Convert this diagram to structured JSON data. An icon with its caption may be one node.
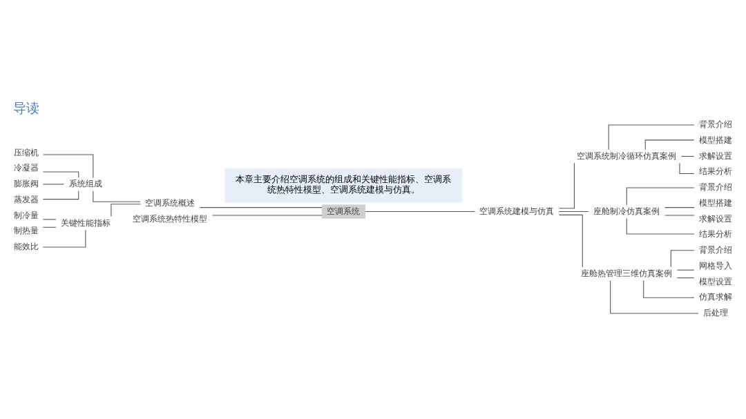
{
  "diagram": {
    "title": "导读",
    "nodes": [
      {
        "text": [
          "空调系统"
        ]
      },
      {
        "text": [
          "空调系统概述"
        ]
      },
      {
        "text": [
          "系统组成"
        ]
      },
      {
        "text": [
          "压缩机"
        ]
      },
      {
        "text": [
          "冷凝器"
        ]
      },
      {
        "text": [
          "膨胀阀"
        ]
      },
      {
        "text": [
          "蒸发器"
        ]
      },
      {
        "text": [
          "关键性能指标"
        ]
      },
      {
        "text": [
          "制冷量"
        ]
      },
      {
        "text": [
          "制热量"
        ]
      },
      {
        "text": [
          "能效比"
        ]
      },
      {
        "text": [
          "空调系统建模与仿真"
        ]
      },
      {
        "text": [
          "空调系统热特性模型"
        ]
      },
      {
        "text": [
          "空调系统制冷循环仿真案例"
        ]
      },
      {
        "text": [
          "背景介绍"
        ]
      },
      {
        "text": [
          "模型搭建"
        ]
      },
      {
        "text": [
          "求解设置"
        ]
      },
      {
        "text": [
          "结果分析"
        ]
      },
      {
        "text": [
          "座舱制冷仿真案例"
        ]
      },
      {
        "text": [
          "背景介绍"
        ]
      },
      {
        "text": [
          "模型搭建"
        ]
      },
      {
        "text": [
          "求解设置"
        ]
      },
      {
        "text": [
          "结果分析"
        ]
      },
      {
        "text": [
          "座舱热管理三维仿真案例"
        ]
      },
      {
        "text": [
          "背景介绍"
        ]
      },
      {
        "text": [
          "网格导入"
        ]
      },
      {
        "text": [
          "模型设置"
        ]
      },
      {
        "text": [
          "仿真求解"
        ]
      },
      {
        "text": [
          "后处理"
        ]
      }
    ],
    "edges": [
      {
        "from": 0,
        "to": 1,
        "arrow": "none"
      },
      {
        "from": 1,
        "to": 2,
        "arrow": "none"
      },
      {
        "from": 2,
        "to": 3,
        "arrow": "none"
      },
      {
        "from": 2,
        "to": 4,
        "arrow": "none"
      },
      {
        "from": 2,
        "to": 5,
        "arrow": "none"
      },
      {
        "from": 2,
        "to": 6,
        "arrow": "none"
      },
      {
        "from": 1,
        "to": 7,
        "arrow": "none"
      },
      {
        "from": 7,
        "to": 8,
        "arrow": "none"
      },
      {
        "from": 7,
        "to": 9,
        "arrow": "none"
      },
      {
        "from": 7,
        "to": 10,
        "arrow": "none"
      },
      {
        "from": 0,
        "to": 11,
        "arrow": "none"
      },
      {
        "from": 0,
        "to": 12,
        "arrow": "none"
      },
      {
        "from": 11,
        "to": 13,
        "arrow": "none"
      },
      {
        "from": 13,
        "to": 14,
        "arrow": "none"
      },
      {
        "from": 13,
        "to": 15,
        "arrow": "none"
      },
      {
        "from": 13,
        "to": 16,
        "arrow": "none"
      },
      {
        "from": 13,
        "to": 17,
        "arrow": "none"
      },
      {
        "from": 11,
        "to": 18,
        "arrow": "none"
      },
      {
        "from": 18,
        "to": 19,
        "arrow": "none"
      },
      {
        "from": 18,
        "to": 20,
        "arrow": "none"
      },
      {
        "from": 18,
        "to": 21,
        "arrow": "none"
      },
      {
        "from": 18,
        "to": 22,
        "arrow": "none"
      },
      {
        "from": 11,
        "to": 23,
        "arrow": "none"
      },
      {
        "from": 23,
        "to": 24,
        "arrow": "none"
      },
      {
        "from": 23,
        "to": 25,
        "arrow": "none"
      },
      {
        "from": 23,
        "to": 26,
        "arrow": "none"
      },
      {
        "from": 23,
        "to": 27,
        "arrow": "none"
      },
      {
        "from": 23,
        "to": 28,
        "arrow": "none"
      }
    ],
    "labels": [
      "本章主要介绍空调系统的组成和关键性能指标、空调系统热特性模型、空调系统建模与仿真。"
    ]
  }
}
